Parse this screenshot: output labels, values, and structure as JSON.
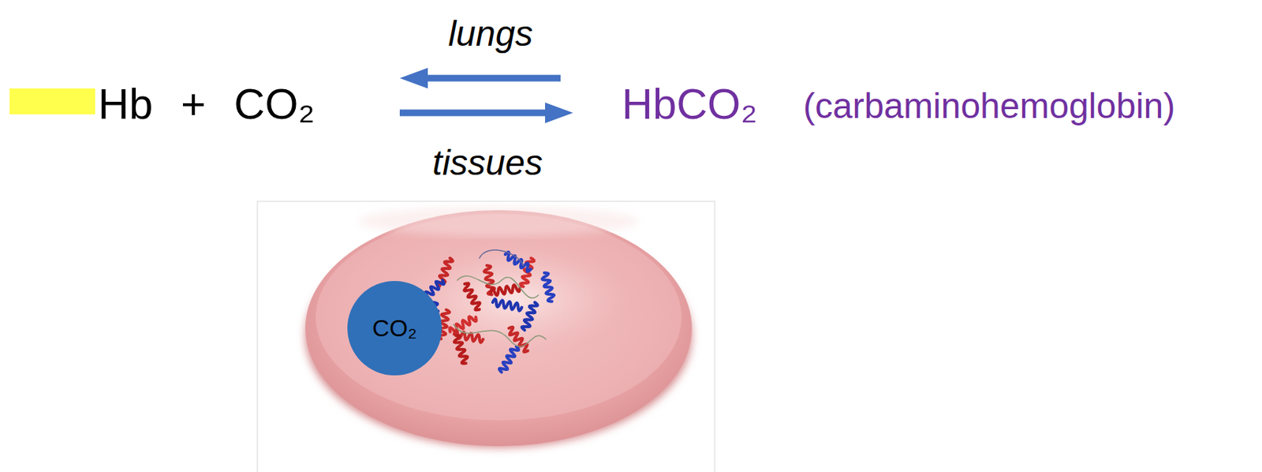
{
  "diagram": {
    "nodes": [
      {
        "text": [
          "CO₂"
        ]
      }
    ],
    "labels": [
      "lungs",
      "Hb + CO₂",
      "HbCO₂",
      "(carbaminohemoglobin)",
      "tissues"
    ]
  }
}
